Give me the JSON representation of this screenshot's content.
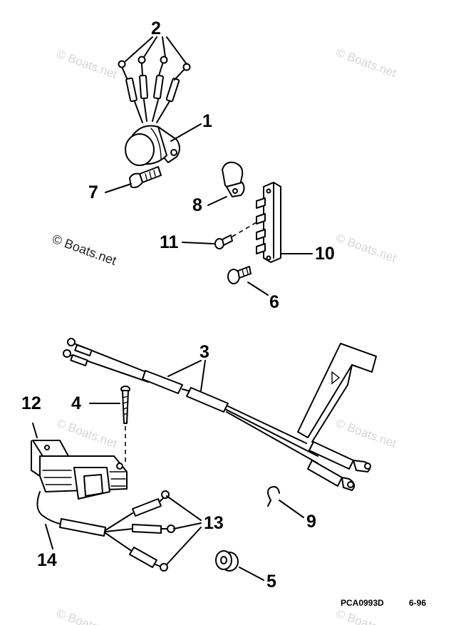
{
  "callouts": {
    "n1": "1",
    "n2": "2",
    "n3": "3",
    "n4": "4",
    "n5": "5",
    "n6": "6",
    "n7": "7",
    "n8": "8",
    "n9": "9",
    "n10": "10",
    "n11": "11",
    "n12": "12",
    "n13": "13",
    "n14": "14"
  },
  "watermark": "© Boats.net",
  "footer": {
    "code": "PCA0993D",
    "date": "6-96"
  }
}
